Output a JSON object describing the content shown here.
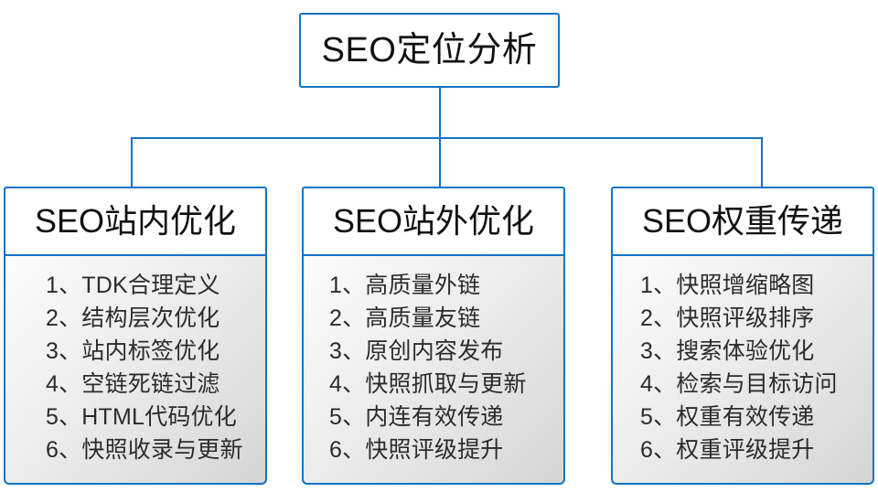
{
  "diagram": {
    "type": "org-chart",
    "accent_color": "#1273C6",
    "text_color": "#111111",
    "body_gradient_from": "#fcfcfc",
    "body_gradient_to": "#d5d5d5",
    "root": {
      "title": "SEO定位分析"
    },
    "columns": [
      {
        "id": "onsite",
        "header": "SEO站内优化",
        "items": [
          "1、TDK合理定义",
          "2、结构层次优化",
          "3、站内标签优化",
          "4、空链死链过滤",
          "5、HTML代码优化",
          "6、快照收录与更新"
        ]
      },
      {
        "id": "offsite",
        "header": "SEO站外优化",
        "items": [
          "1、高质量外链",
          "2、高质量友链",
          "3、原创内容发布",
          "4、快照抓取与更新",
          "5、内连有效传递",
          "6、快照评级提升"
        ]
      },
      {
        "id": "weight",
        "header": "SEO权重传递",
        "items": [
          "1、快照增缩略图",
          "2、快照评级排序",
          "3、搜索体验优化",
          "4、检索与目标访问",
          "5、权重有效传递",
          "6、权重评级提升"
        ]
      }
    ]
  }
}
